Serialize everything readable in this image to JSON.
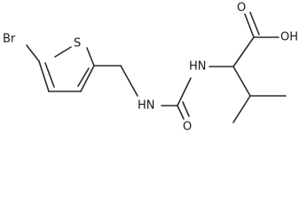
{
  "structure": {
    "atom_labels": {
      "bromine": "Br",
      "sulfur": "S",
      "amine_nh_left": "HN",
      "amine_nh_right": "HN",
      "carbonyl_oxygen": "O",
      "acid_oxygen": "O",
      "hydroxyl": "OH"
    }
  }
}
